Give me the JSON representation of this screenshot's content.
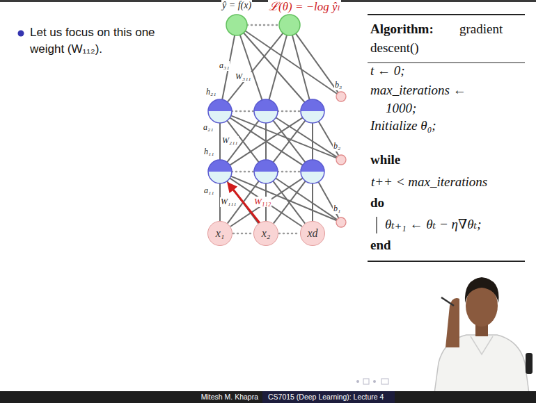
{
  "diagram": {
    "nodes": [
      {
        "text": [
          "x₁"
        ]
      },
      {
        "text": [
          "x₂"
        ]
      },
      {
        "text": [
          "xd"
        ]
      },
      {
        "text": [
          "Algorithm:",
          "gradient descent()",
          "t ← 0;",
          "max_iterations ← 1000;",
          "Initialize θ₀;",
          "while",
          "t++ < max_iterations",
          "do",
          "θₜ₊₁ ← θₜ − η∇θₜ;",
          "end"
        ]
      }
    ],
    "labels": [
      "Let us focus on this one weight (W₁₁₂).",
      "ŷ = f(x)",
      "ℒ(θ) = −log ŷₗ",
      "a₃₁",
      "W₃₁₁",
      "h₂₁",
      "a₂₁",
      "W₂₁₁",
      "b₃",
      "b₂",
      "h₁₁",
      "a₁₁",
      "W₁₁₁",
      "W₁₁₂",
      "b₁",
      "Mitesh M. Khapra",
      "CS7015 (Deep Learning): Lecture 4"
    ]
  }
}
